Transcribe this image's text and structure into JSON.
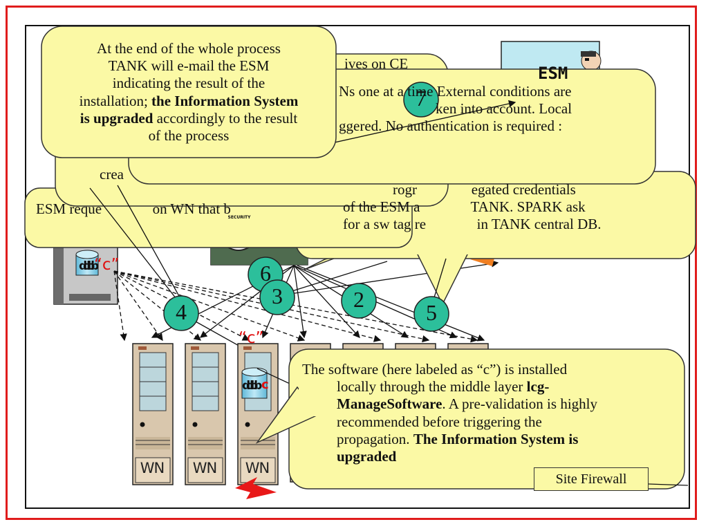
{
  "callouts": {
    "end_process": {
      "line1": "At the end of the whole process",
      "line2": "TANK will e-mail the ESM",
      "line3": "indicating the result of the",
      "line4_plain": "installation; ",
      "line4_bold": "the Information System",
      "line5_bold": "is upgraded",
      "line5_plain": " accordingly to the result",
      "line6": "of the process"
    },
    "step7_partial": {
      "line1": "Ns one at a time External conditions are",
      "line2": "ken into account.  Local",
      "line3": "ggered. No authentication is required :"
    },
    "lives_on_ce": "ives on CE",
    "crea_fragment": "crea",
    "esm_request_fragment": "ESM reque              on WN that b",
    "spark": {
      "line1": "rogr               egated credentials",
      "line2": "of the ESM a              TANK. SPARK ask",
      "line3": "for a sw tag re              in TANK central DB."
    },
    "software_install": {
      "line1": "The software (here labeled as “c”) is installed",
      "line2_plain": "locally through the middle layer ",
      "line2_bold": "lcg-",
      "line3_bold": "ManageSoftware",
      "line3_plain": ". A pre-validation is highly",
      "line4": "recommended before triggering the",
      "line5_plain": "propagation. ",
      "line5_bold": "The Information System is",
      "line6_bold": "upgraded"
    }
  },
  "steps": [
    "7",
    "6",
    "3",
    "2",
    "4",
    "5"
  ],
  "worker_nodes": [
    "WN",
    "WN",
    "WN"
  ],
  "software_tag": "“c”",
  "db_label": "db",
  "db_suffix": "c",
  "security_badge": "SECURITY",
  "esm_label": "ESM",
  "site_firewall": "Site Firewall",
  "colors": {
    "callout_fill": "#fbf9a5",
    "step_circle": "#2cbf9b",
    "frame_red": "#e01c1c",
    "tag_red": "#e01010",
    "arrow_orange": "#f07f21"
  }
}
